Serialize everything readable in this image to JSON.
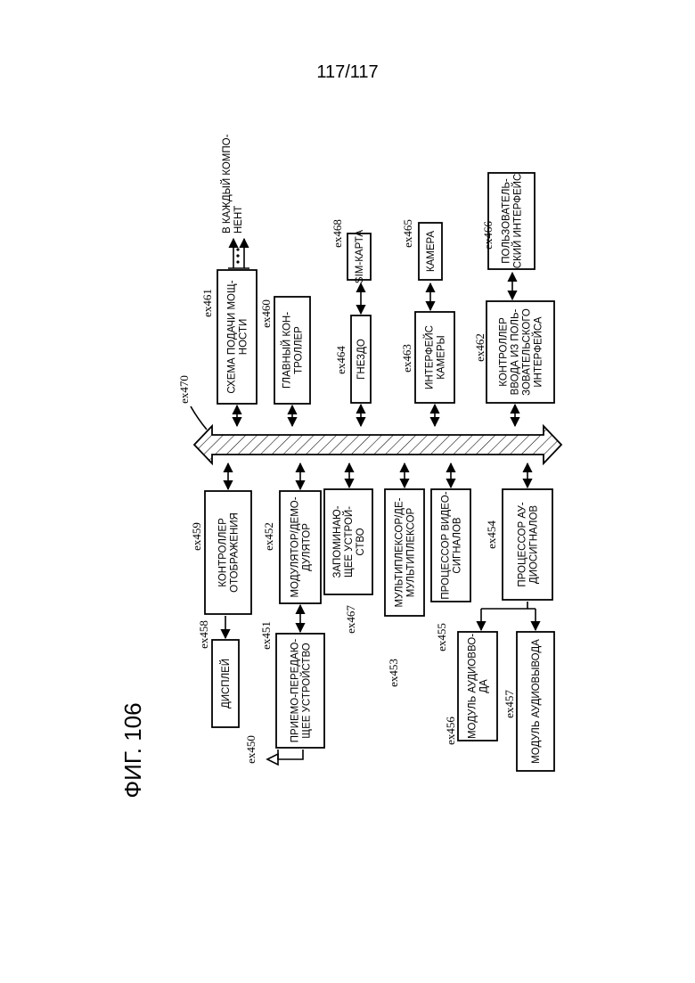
{
  "page_number": "117/117",
  "figure_title": "ФИГ. 106",
  "bus": {
    "ref": "ex470"
  },
  "antenna": {
    "ref": "ex450"
  },
  "blocks": [
    {
      "ref": "ex461",
      "lines": [
        "СХЕМА ПОДАЧИ МОЩ-",
        "НОСТИ"
      ]
    },
    {
      "ref": "ex460",
      "lines": [
        "ГЛАВНЫЙ КОН-",
        "ТРОЛЛЕР"
      ]
    },
    {
      "ref": "ex464",
      "lines": [
        "ГНЕЗДО"
      ]
    },
    {
      "ref": "ex468",
      "lines": [
        "SIM-КАРТА"
      ]
    },
    {
      "ref": "ex463",
      "lines": [
        "ИНТЕРФЕЙС",
        "КАМЕРЫ"
      ]
    },
    {
      "ref": "ex465",
      "lines": [
        "КАМЕРА"
      ]
    },
    {
      "ref": "ex462",
      "lines": [
        "КОНТРОЛЛЕР",
        "ВВОДА ИЗ ПОЛЬ-",
        "ЗОВАТЕЛЬСКОГО",
        "ИНТЕРФЕЙСА"
      ]
    },
    {
      "ref": "ex466",
      "lines": [
        "ПОЛЬЗОВАТЕЛЬ-",
        "СКИЙ ИНТЕРФЕЙС"
      ]
    },
    {
      "ref": "ex459",
      "lines": [
        "КОНТРОЛЛЕР",
        "ОТОБРАЖЕНИЯ"
      ]
    },
    {
      "ref": "ex458",
      "lines": [
        "ДИСПЛЕЙ"
      ]
    },
    {
      "ref": "ex452",
      "lines": [
        "МОДУЛЯТОР/ДЕМО-",
        "ДУЛЯТОР"
      ]
    },
    {
      "ref": "ex451",
      "lines": [
        "ПРИЕМО-ПЕРЕДАЮ-",
        "ЩЕЕ УСТРОЙСТВО"
      ]
    },
    {
      "ref": "ex467",
      "lines": [
        "ЗАПОМИНАЮ-",
        "ЩЕЕ УСТРОЙ-",
        "СТВО"
      ]
    },
    {
      "ref": "ex453",
      "lines": [
        "МУЛЬТИПЛЕКСОР/ДЕ-",
        "МУЛЬТИПЛЕКСОР"
      ]
    },
    {
      "ref": "ex455",
      "lines": [
        "ПРОЦЕССОР ВИДЕО-",
        "СИГНАЛОВ"
      ]
    },
    {
      "ref": "ex454",
      "lines": [
        "ПРОЦЕССОР АУ-",
        "ДИОСИГНАЛОВ"
      ]
    },
    {
      "ref": "ex456",
      "lines": [
        "МОДУЛЬ АУДИОВВО-",
        "ДА"
      ]
    },
    {
      "ref": "ex457",
      "lines": [
        "МОДУЛЬ АУДИОВЫВОДА"
      ]
    }
  ],
  "output_label": {
    "lines": [
      "В КАЖДЫЙ КОМПО-",
      "НЕНТ"
    ]
  }
}
